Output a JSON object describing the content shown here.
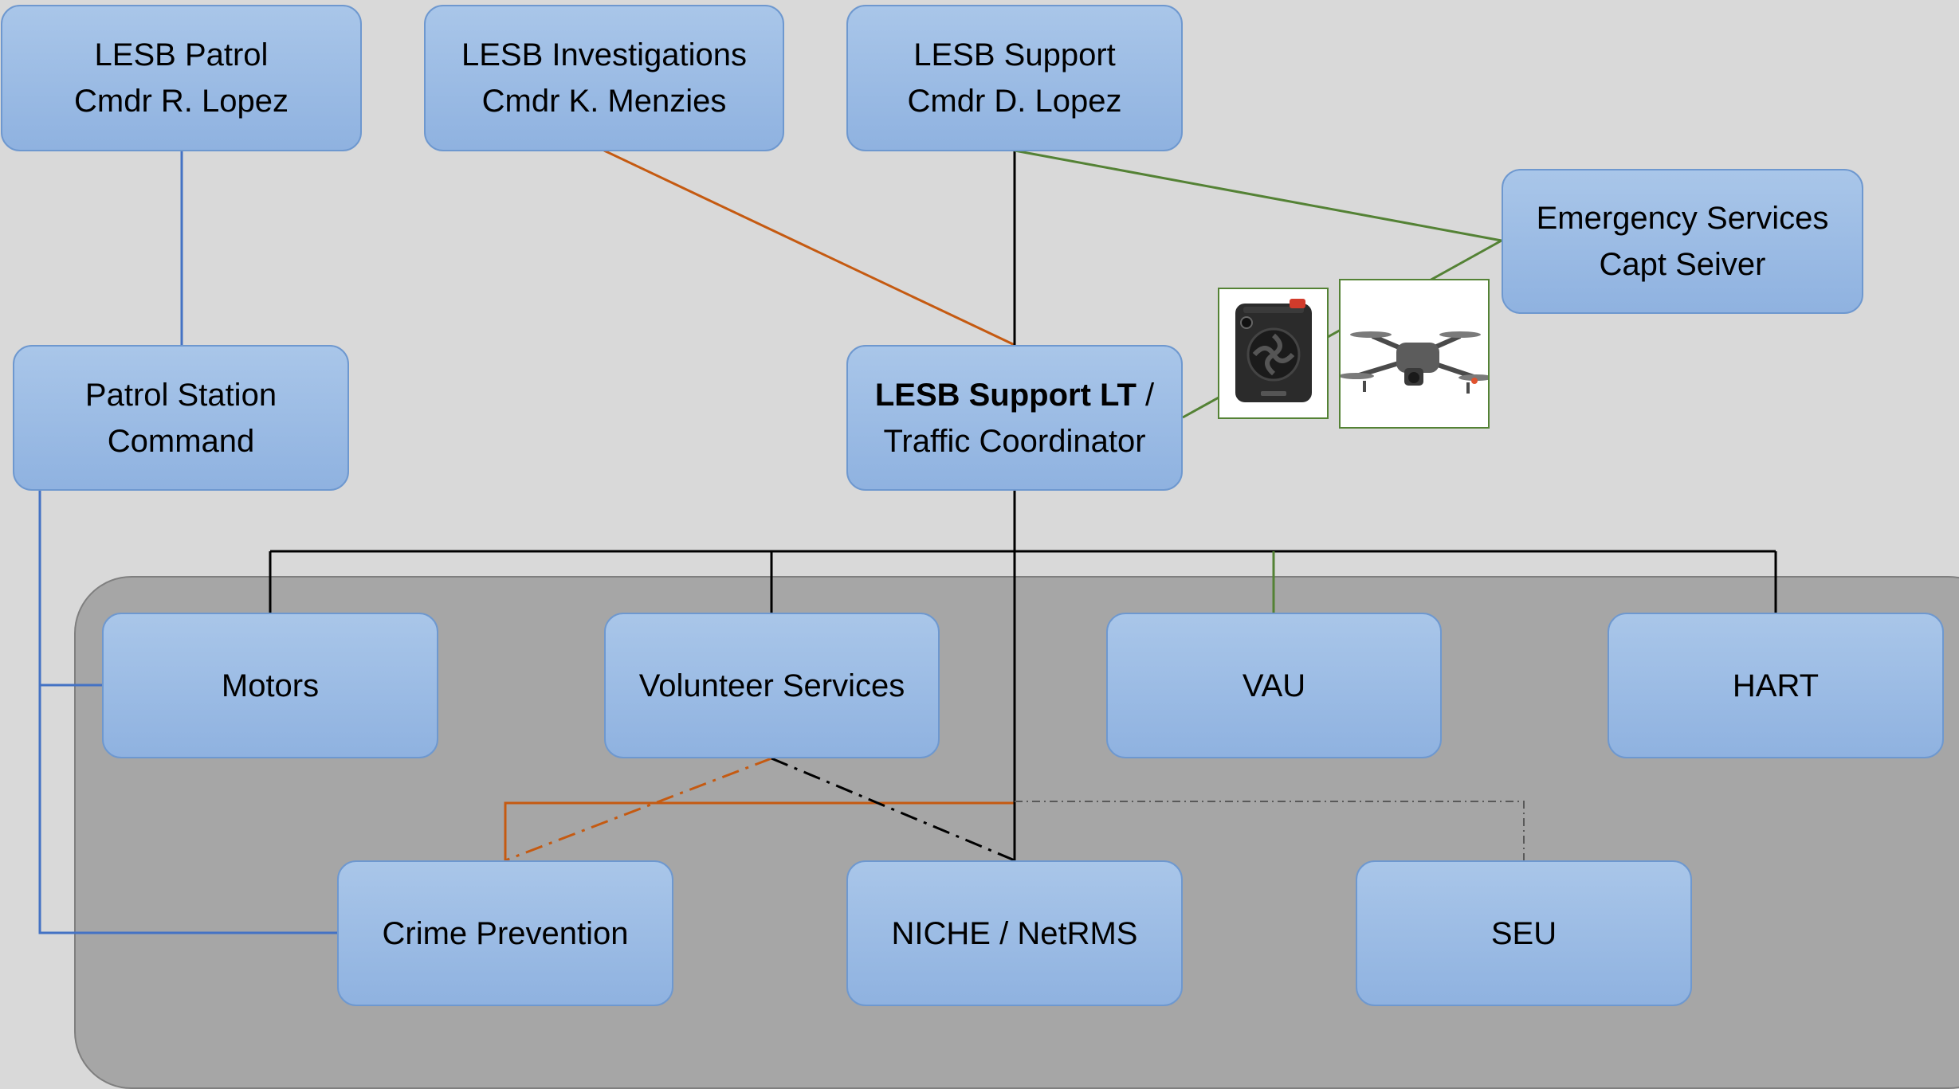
{
  "colors": {
    "background": "#d9d9d9",
    "panel": "#a6a6a6",
    "node_fill_top": "#a9c6e9",
    "node_fill_bottom": "#8fb2e0",
    "node_border": "#6e98cf",
    "line_patrol": "#4472c4",
    "line_investigations": "#c55a11",
    "line_support": "#000000",
    "line_emergency": "#548235",
    "line_seu": "#595959"
  },
  "nodes": {
    "lesb_patrol": {
      "line1": "LESB Patrol",
      "line2": "Cmdr R. Lopez"
    },
    "lesb_investigations": {
      "line1": "LESB Investigations",
      "line2": "Cmdr K. Menzies"
    },
    "lesb_support": {
      "line1": "LESB Support",
      "line2": "Cmdr D. Lopez"
    },
    "emergency_services": {
      "line1": "Emergency Services",
      "line2": "Capt Seiver"
    },
    "patrol_station": {
      "line1": "Patrol Station",
      "line2": "Command"
    },
    "support_lt": {
      "line1_bold": "LESB Support LT",
      "line1_rest": " /",
      "line2": "Traffic Coordinator"
    },
    "motors": {
      "label": "Motors"
    },
    "volunteer_services": {
      "label": "Volunteer Services"
    },
    "vau": {
      "label": "VAU"
    },
    "hart": {
      "label": "HART"
    },
    "crime_prevention": {
      "label": "Crime Prevention"
    },
    "niche": {
      "label": "NICHE / NetRMS"
    },
    "seu": {
      "label": "SEU"
    }
  },
  "devices": {
    "body_camera": "body-camera-icon",
    "drone": "drone-icon"
  }
}
